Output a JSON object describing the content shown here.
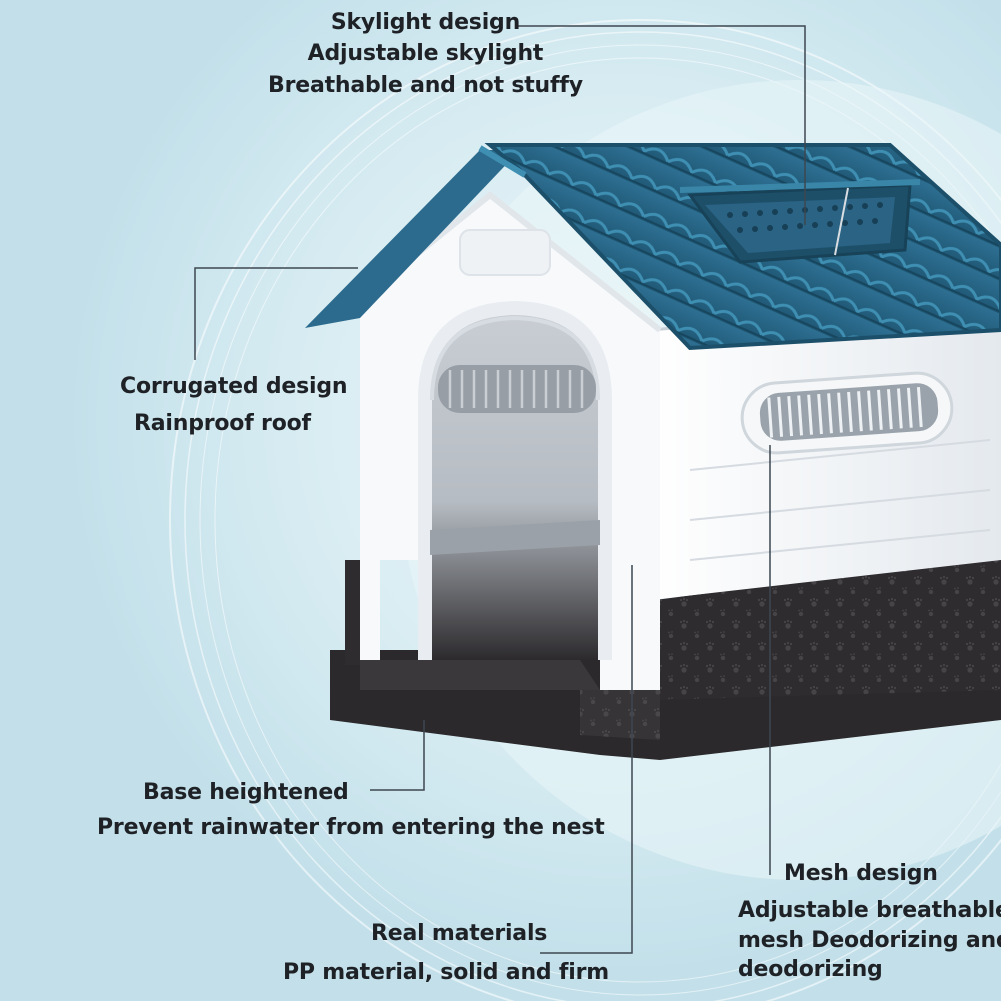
{
  "features": {
    "skylight": {
      "lines": [
        "Skylight design",
        "Adjustable skylight",
        "Breathable and not stuffy"
      ]
    },
    "roof": {
      "lines": [
        "Corrugated design",
        "Rainproof roof"
      ]
    },
    "base": {
      "lines": [
        "Base heightened",
        "Prevent rainwater from entering the nest"
      ]
    },
    "materials": {
      "lines": [
        "Real materials",
        "PP material, solid and firm"
      ]
    },
    "mesh": {
      "lines": [
        "Mesh design",
        "Adjustable breathable",
        "mesh Deodorizing and",
        "deodorizing"
      ]
    }
  },
  "colors": {
    "background": "#cfe7ef",
    "roof": "#24607f",
    "roof_highlight": "#3a86a8",
    "walls": "#f4f6f8",
    "wall_shade": "#dfe5ea",
    "base": "#2e2c2f",
    "leader_line": "#3d4750",
    "text": "#1e2226"
  }
}
